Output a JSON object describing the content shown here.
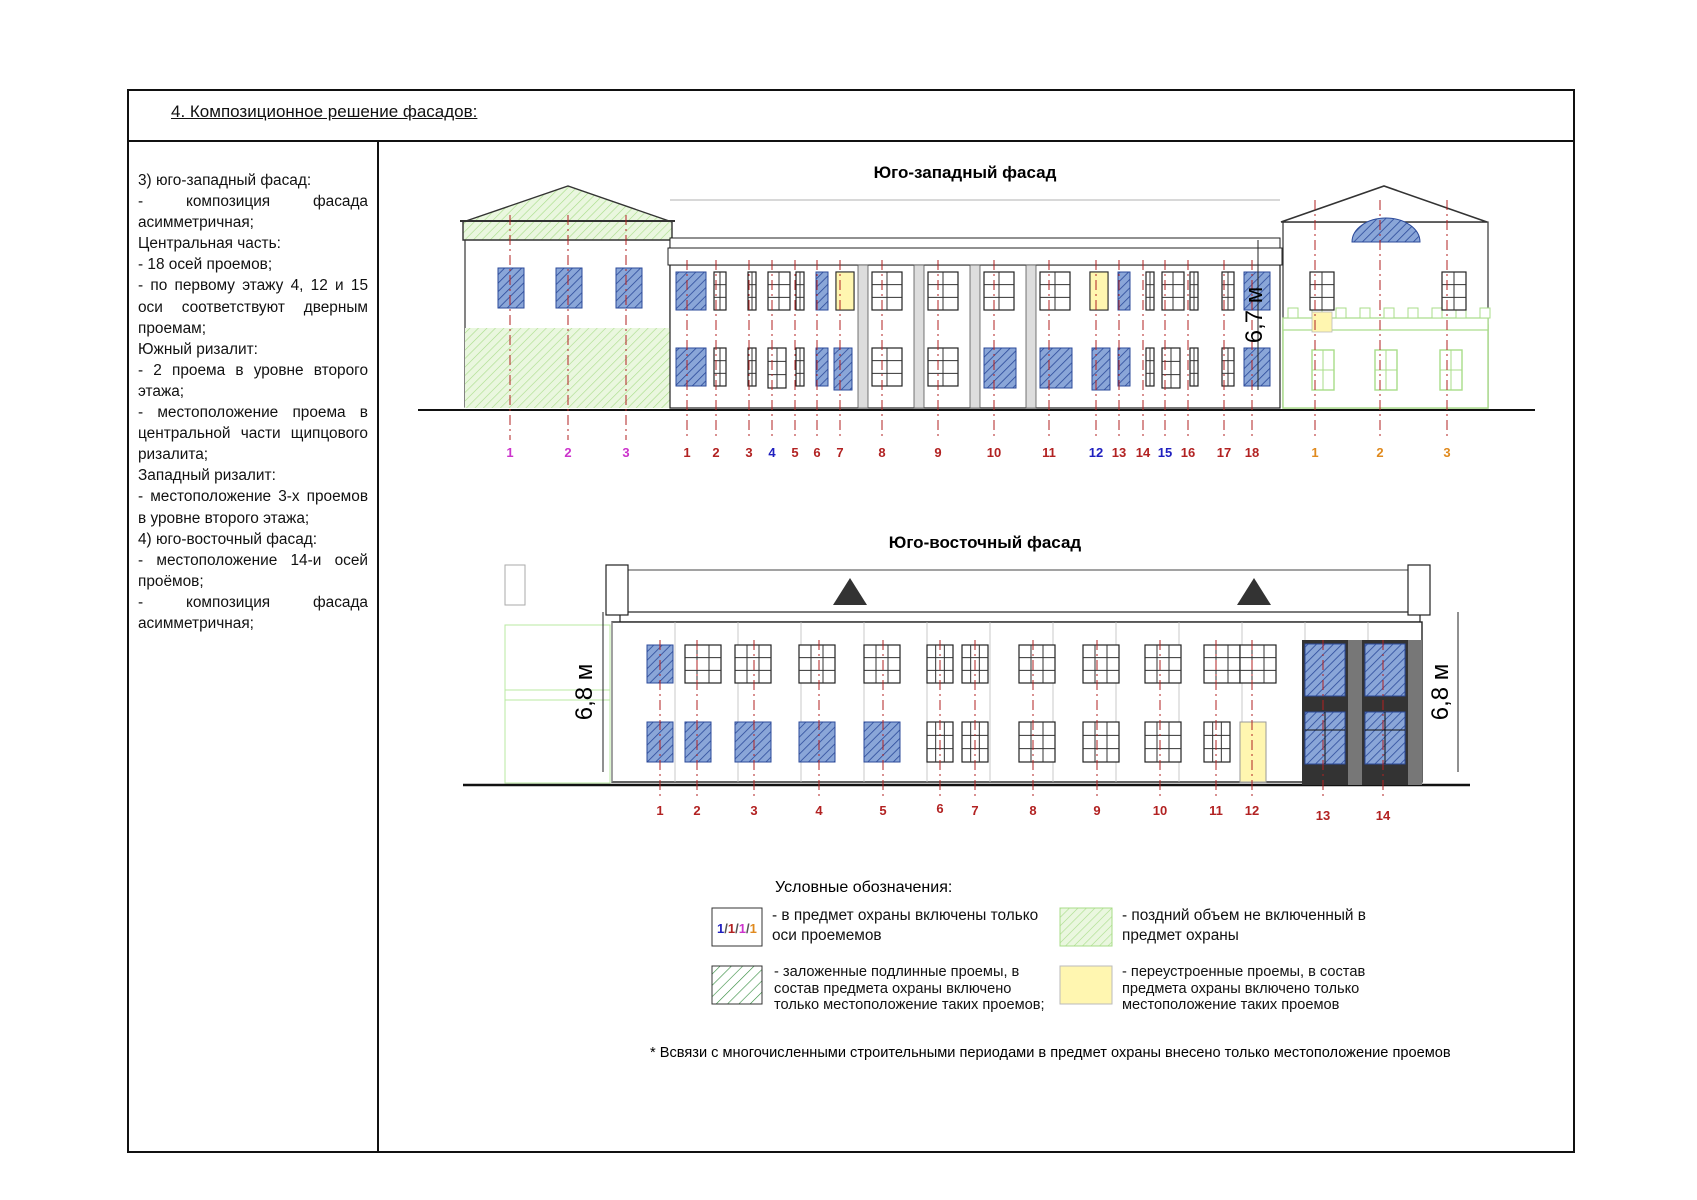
{
  "header": {
    "title": "4. Композиционное решение фасадов:"
  },
  "description": [
    "3) юго-западный фасад:",
    "- композиция фасада асимметричная;",
    "Центральная часть:",
    "- 18 осей проемов;",
    "- по первому этажу 4, 12 и 15 оси соответствуют дверным проемам;",
    "Южный ризалит:",
    "- 2 проема в уровне второго этажа;",
    "- местоположение проема в центральной части щипцового ризалита;",
    "Западный ризалит:",
    "- местоположение 3-х проемов в уровне второго этажа;",
    "4) юго-восточный фасад:",
    "- местоположение 14-и осей проёмов;",
    "- композиция фасада асимметричная;"
  ],
  "sw_facade": {
    "title": "Юго-западный фасад",
    "dimension": "6,7 м",
    "west_axes": [
      "1",
      "2",
      "3"
    ],
    "central_axes": [
      "1",
      "2",
      "3",
      "4",
      "5",
      "6",
      "7",
      "8",
      "9",
      "10",
      "11",
      "12",
      "13",
      "14",
      "15",
      "16",
      "17",
      "18"
    ],
    "south_axes": [
      "1",
      "2",
      "3"
    ]
  },
  "se_facade": {
    "title": "Юго-восточный фасад",
    "dimension_left": "6,8 м",
    "dimension_right": "6,8 м",
    "axes": [
      "1",
      "2",
      "3",
      "4",
      "5",
      "6",
      "7",
      "8",
      "9",
      "10",
      "11",
      "12",
      "13",
      "14"
    ]
  },
  "legend": {
    "title": "Условные обозначения:",
    "axes_sample": [
      "1",
      "1",
      "1",
      "1"
    ],
    "axes_only": "- в предмет охраны включены только оси проемемов",
    "late_volume": "- поздний объем не включенный в предмет охраны",
    "blocked_openings": "- заложенные подлинные проемы, в состав предмета охраны включено только местоположение таких проемов;",
    "rebuilt_openings": "- переустроенные проемы, в состав предмета охраны включено только местоположение таких проемов"
  },
  "footnote": "* Всвязи с многочисленными строительными периодами в предмет охраны внесено только местоположение проемов",
  "colors": {
    "axis_red": "#b22222",
    "axis_blue": "#1f1fbf",
    "axis_magenta": "#cc33cc",
    "axis_orange": "#e08a1e",
    "blocked_fill": "#7f9fd0",
    "rebuilt_fill": "#fff6b0",
    "late_green": "#a8dd88"
  }
}
